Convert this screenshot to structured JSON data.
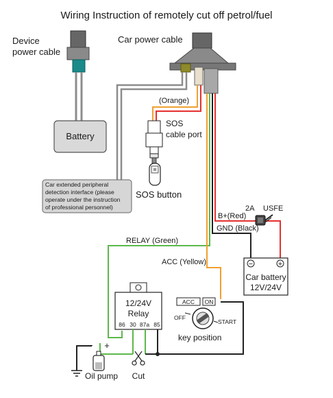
{
  "title": "Wiring Instruction of remotely cut off petrol/fuel",
  "device_power_cable": [
    "Device",
    "power cable"
  ],
  "car_power_cable": "Car power cable",
  "battery": "Battery",
  "wire_orange": "(Orange)",
  "sos_cable_port": [
    "SOS",
    "cable port"
  ],
  "sos_button": "SOS button",
  "peripheral_note": [
    "Car extended peripheral",
    "detection interface (please",
    "operate under the instruction",
    "of professional personnel)"
  ],
  "fuse_rating": "2A",
  "fuse_label": "USFE",
  "wire_red": "B+(Red)",
  "wire_black": "GND (Black)",
  "wire_green": "RELAY (Green)",
  "wire_yellow": "ACC (Yellow)",
  "car_battery": [
    "Car battery",
    "12V/24V"
  ],
  "battery_neg": "−",
  "battery_pos": "+",
  "relay_title": [
    "12/24V",
    "Relay"
  ],
  "relay_pins": [
    "86",
    "30",
    "87a",
    "85"
  ],
  "key_acc": "ACC",
  "key_on": "ON",
  "key_off": "OFF",
  "key_start": "START",
  "key_position": "key position",
  "pump_minus": "−",
  "pump_plus": "+",
  "oil_pump": "Oil pump",
  "cut": "Cut",
  "colors": {
    "wire_gray": "#8c8c8c",
    "wire_orange": "#f0a030",
    "wire_red": "#e53030",
    "wire_green": "#5cb84a",
    "wire_black": "#222222",
    "teal": "#1a8a8a",
    "connector_dark": "#666666",
    "battery_fill": "#d9d9d9"
  }
}
